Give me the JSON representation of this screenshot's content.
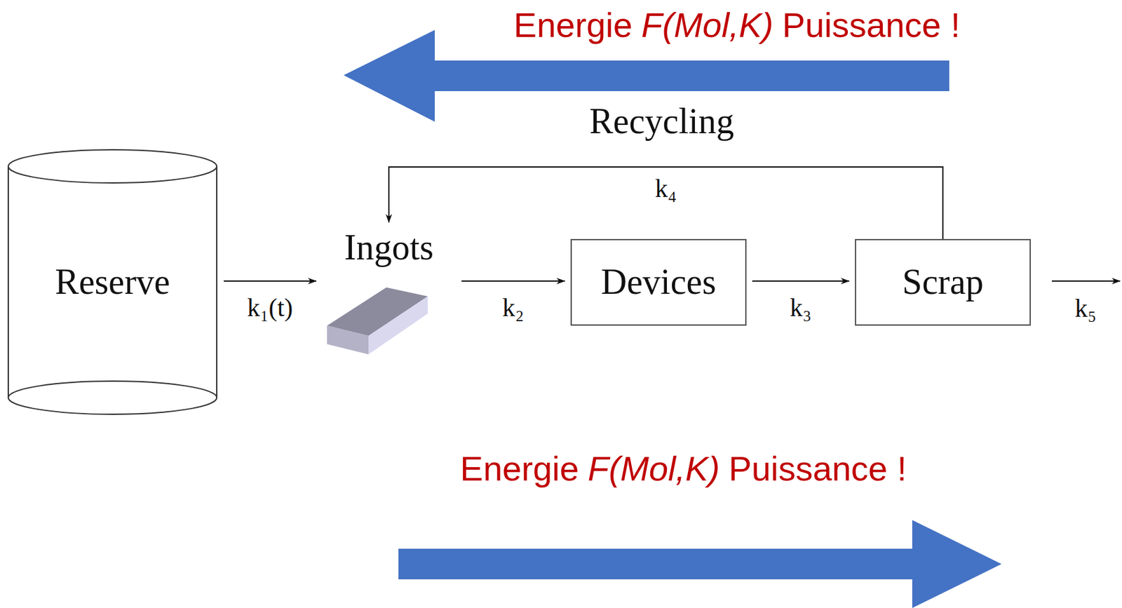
{
  "diagram": {
    "nodes": [
      {
        "text": [
          "Reserve"
        ]
      },
      {
        "text": [
          "Ingots"
        ]
      },
      {
        "text": [
          "Devices"
        ]
      },
      {
        "text": [
          "Scrap"
        ]
      }
    ],
    "edges": [
      {
        "from": 0,
        "to": 1,
        "label": "k₁(t)",
        "arrow": "to"
      },
      {
        "from": 1,
        "to": 2,
        "label": "k₂",
        "arrow": "to"
      },
      {
        "from": 2,
        "to": 3,
        "label": "k₃",
        "arrow": "to"
      },
      {
        "from": 3,
        "to": 1,
        "label": "k₄",
        "arrow": "to"
      }
    ],
    "labels": [
      "Energie",
      "F(Mol,K)",
      "Puissance !",
      "Recycling",
      "k₅",
      "Energie",
      "F(Mol,K)",
      "Puissance !"
    ]
  }
}
